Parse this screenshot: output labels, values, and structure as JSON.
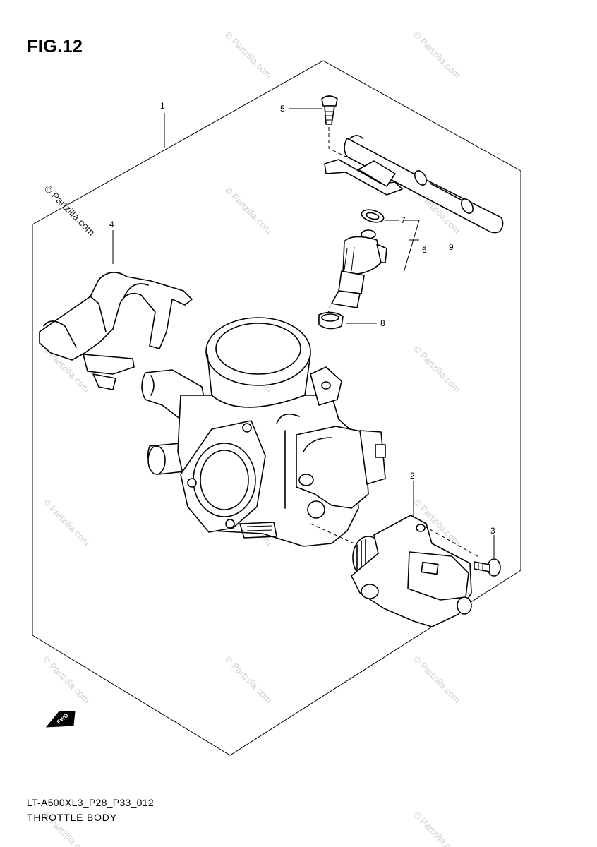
{
  "figure": {
    "title": "FIG.12",
    "model_code": "LT-A500XL3_P28_P33_012",
    "assembly_name": "THROTTLE BODY"
  },
  "callouts": [
    "1",
    "2",
    "3",
    "4",
    "5",
    "6",
    "7",
    "8",
    "9"
  ],
  "watermark": {
    "text": "© Partzilla.com",
    "color": "#cfcfcf"
  },
  "direction_marker": {
    "text": "FWD"
  }
}
